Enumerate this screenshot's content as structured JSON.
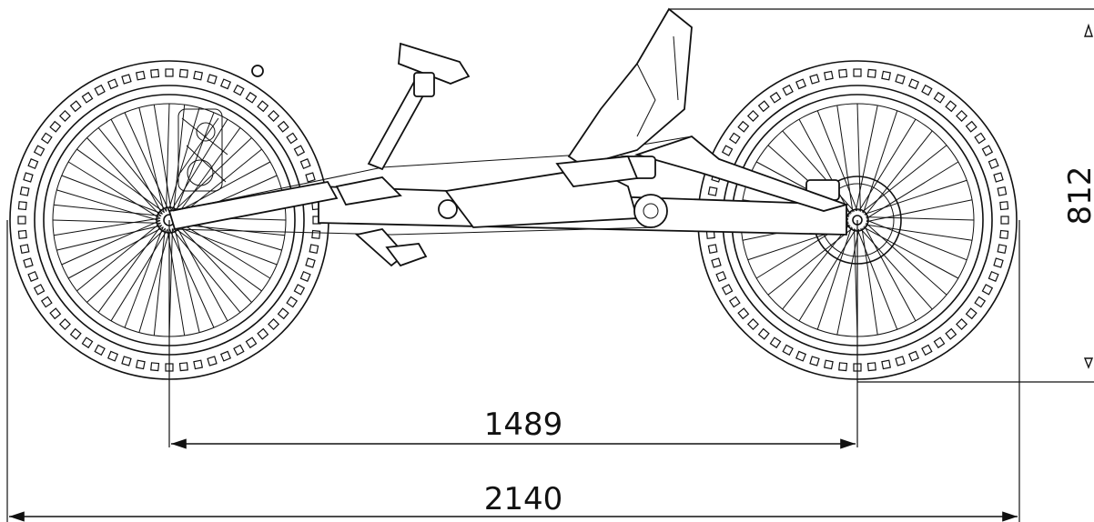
{
  "drawing": {
    "dimensions": {
      "wheelbase": "1489",
      "overall_length": "2140",
      "height": "812"
    }
  }
}
